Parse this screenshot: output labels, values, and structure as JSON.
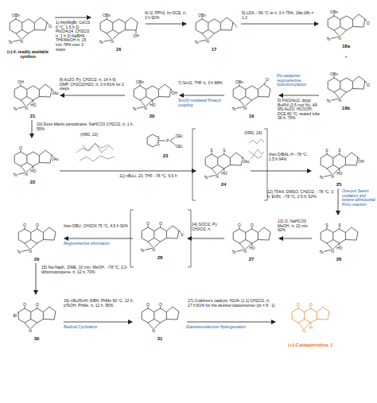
{
  "diagram": {
    "nodes": [
      {
        "text": [
          "(+)-4, readily available synthon"
        ]
      },
      {
        "text": [
          "16"
        ]
      },
      {
        "text": [
          "17"
        ]
      },
      {
        "text": [
          "18a"
        ]
      },
      {
        "text": [
          "18b"
        ]
      },
      {
        "text": [
          "19"
        ]
      },
      {
        "text": [
          "20"
        ]
      },
      {
        "text": [
          "21"
        ]
      },
      {
        "text": [
          "22"
        ]
      },
      {
        "text": [
          "23"
        ]
      },
      {
        "text": [
          "24"
        ]
      },
      {
        "text": [
          "25"
        ]
      },
      {
        "text": [
          "26"
        ]
      },
      {
        "text": [
          "27"
        ]
      },
      {
        "text": [
          "28"
        ]
      },
      {
        "text": [
          "29"
        ]
      },
      {
        "text": [
          "30"
        ]
      },
      {
        "text": [
          "31"
        ]
      },
      {
        "text": [
          "(+)-Caldaphnidine J"
        ]
      }
    ],
    "edges": [
      {
        "from": 0,
        "to": 1,
        "arrow": "to",
        "label": "1) AllylMgBr, CeCl3 0 °C, 1.5 h 2) Pb(OAc)4, CH2Cl2 rt, 1 h 3) NaBH4, THF/MeOH rt, 15 min 78% over 3 steps"
      },
      {
        "from": 1,
        "to": 2,
        "arrow": "to",
        "label": "4) I2, PPh3, Im DCE, rt, 3 h 92%"
      },
      {
        "from": 2,
        "to": 3,
        "arrow": "to",
        "label": "5) LDA, −50 °C to rt, 3 h 75%, 18a:18b = 1:2"
      },
      {
        "from": 4,
        "to": 5,
        "arrow": "to",
        "label": "6) Pd(OAc)2, dppp Bu4NI (2.5 mol %), 4Å MS Ac2O, HCOOH, DCE 80 °C, sealed tube 36 h, 75%"
      },
      {
        "from": 5,
        "to": 6,
        "arrow": "to",
        "label": "7) SmI2, THF rt, 3 h 88%"
      },
      {
        "from": 6,
        "to": 7,
        "arrow": "to",
        "label": "8) Ac2O, Py, CH2Cl2, rt, 14 h 9) DMP, CH2Cl2/H2O, rt, 3 h 81% for 2 steps"
      },
      {
        "from": 7,
        "to": 8,
        "arrow": "to",
        "label": "10) Dess-Martin periodinane, NaHCO3 CH2Cl2, rt, 1 h, 95%"
      },
      {
        "from": 8,
        "to": 10,
        "arrow": "to",
        "label": "11) nBuLi, 23, THF −78 °C, 6.5 h"
      },
      {
        "from": 10,
        "to": 11,
        "arrow": "to",
        "label": "then DIBAL-H −78 °C, 1.5 h 94%"
      },
      {
        "from": 11,
        "to": 12,
        "arrow": "to",
        "label": "12) TFAA, DMSO, CH2Cl2, −78 °C, 3 h; Et3N, −78 °C, 2.5 h; 62%"
      },
      {
        "from": 12,
        "to": 13,
        "arrow": "to",
        "label": "13) I2, NaHCO3 MeOH, rt, 10 min 92%"
      },
      {
        "from": 13,
        "to": 14,
        "arrow": "to",
        "label": "14) SOCl2, Py CH2Cl2, rt"
      },
      {
        "from": 14,
        "to": 15,
        "arrow": "to",
        "label": "then DBU, CH3CN 75 °C, 4.5 h 92%"
      },
      {
        "from": 15,
        "to": 16,
        "arrow": "to",
        "label": "15) Na-Naph., DME, 10 min; MeOH, −78 °C, 2,3-dibromopropene, rt, 12 h, 70%"
      },
      {
        "from": 16,
        "to": 17,
        "arrow": "to",
        "label": "16) nBu3SnH, AIBN, PhMe 90 °C, 12 h; pTsOH, PhMe, rt, 12 h, 95%"
      },
      {
        "from": 17,
        "to": 18,
        "arrow": "to",
        "label": "17) Crabtree's catalyst, H2/Ar (1:1) CH2Cl2, rt, 17 h 81% for the desired diastereomer (dr = 8 : 1)"
      }
    ],
    "labels": [
      "+",
      "Pd-catalyzed regioselective hydroformylation",
      "Sm(II)-mediated Pinacol coupling",
      "(XRD, 22)",
      "(XRD, 24)",
      "One-pot Swern oxidation and ketene dithioacetal Prins reaction",
      "Regioselective elimination",
      "Radical Cyclization",
      "Diastereoselective Hydrogenation",
      "OBn",
      "O",
      "Ts",
      "N",
      "OBn",
      "OH",
      "Ts",
      "N",
      "OBn",
      "I",
      "Ts",
      "N",
      "OBn",
      "O",
      "Ts",
      "N",
      "OBn",
      "O",
      "Ts",
      "N",
      "OBn",
      "O",
      "Ts",
      "N",
      "OBn",
      "HO",
      "OH",
      "Ts",
      "N",
      "OH",
      "OAc",
      "HO",
      "Ts",
      "N",
      "O",
      "OAc",
      "HO",
      "Ts",
      "N",
      "S",
      "S",
      "P",
      "OEt",
      "OEt",
      "S",
      "S",
      "OAc",
      "HO",
      "Ts",
      "N",
      "S",
      "S",
      "OH",
      "HO",
      "Ts",
      "N",
      "S",
      "S",
      "HO",
      "Ts",
      "N",
      "O",
      "O",
      "HO",
      "Ts",
      "N",
      "O",
      "O",
      "S",
      "Ts",
      "N",
      "O",
      "O",
      "Ts",
      "N",
      "O",
      "O",
      "Br",
      "N",
      "O",
      "O",
      "N",
      "O",
      "O",
      "N",
      "H"
    ]
  }
}
